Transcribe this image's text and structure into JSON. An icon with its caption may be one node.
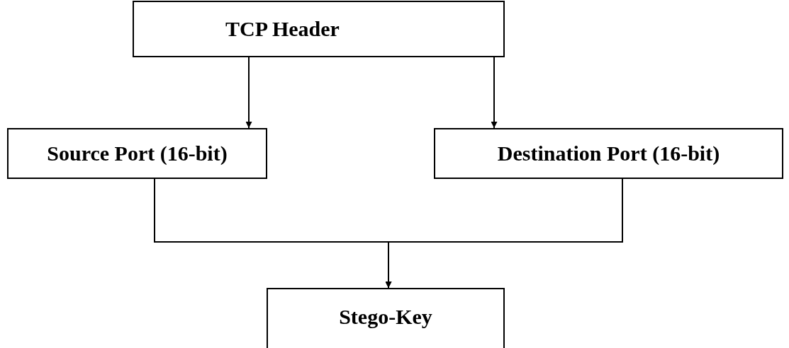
{
  "diagram": {
    "nodes": [
      {
        "text": [
          "TCP Header"
        ]
      },
      {
        "text": [
          "Source Port (16-bit)"
        ]
      },
      {
        "text": [
          "Destination Port (16-bit)"
        ]
      },
      {
        "text": [
          "Stego-Key"
        ]
      }
    ],
    "edges": [
      {
        "from": 0,
        "to": 1,
        "arrow": "to"
      },
      {
        "from": 0,
        "to": 2,
        "arrow": "to"
      },
      {
        "from": 1,
        "to": 3,
        "arrow": "to"
      },
      {
        "from": 2,
        "to": 3,
        "arrow": "to"
      }
    ]
  }
}
